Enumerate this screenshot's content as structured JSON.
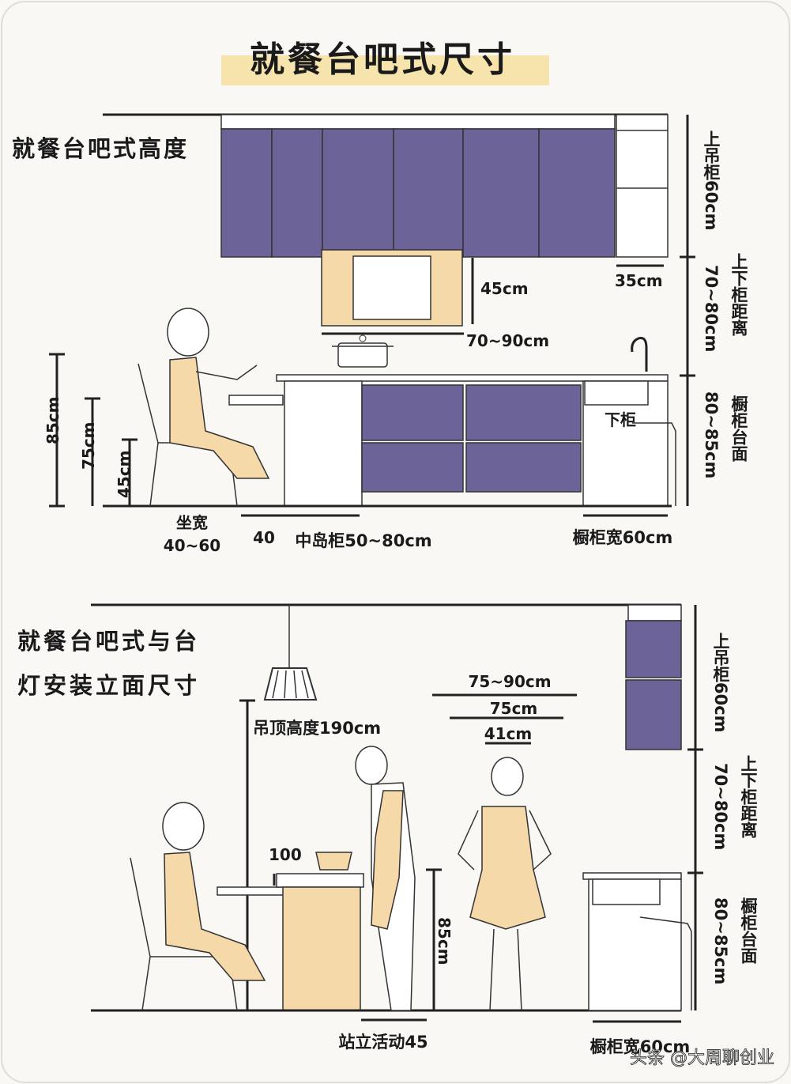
{
  "title": "就餐台吧式尺寸",
  "section1": {
    "heading": "就餐台吧式高度",
    "labels": {
      "upper_cabinet": "上吊柜60cm",
      "cabinet_gap_value": "70~80cm",
      "cabinet_gap_label": "上下柜距离",
      "counter_value": "80~85cm",
      "counter_label": "橱柜台面",
      "depth_35": "35cm",
      "hood_45": "45cm",
      "hood_width": "70~90cm",
      "lower_cabinet": "下柜",
      "h85": "85cm",
      "h75": "75cm",
      "h45": "45cm",
      "seat_width_label": "坐宽",
      "seat_width_value": "40~60",
      "gap_40": "40",
      "island": "中岛柜50~80cm",
      "cabinet_width": "橱柜宽60cm"
    }
  },
  "section2": {
    "heading_line1": "就餐台吧式与台",
    "heading_line2": "灯安装立面尺寸",
    "labels": {
      "ceiling_height": "吊顶高度190cm",
      "w75_90": "75~90cm",
      "w75": "75cm",
      "w41": "41cm",
      "overhang_100": "100",
      "h85": "85cm",
      "standing": "站立活动45",
      "upper_cabinet": "上吊柜60cm",
      "cabinet_gap_value": "70~80cm",
      "cabinet_gap_label": "上下柜距离",
      "counter_value": "80~85cm",
      "counter_label": "橱柜台面",
      "cabinet_width": "橱柜宽60cm"
    }
  },
  "watermark": "头条 @大周聊创业",
  "colors": {
    "purple": "#6c6499",
    "beige": "#f6d9a9",
    "highlight": "#f7e4ad",
    "background": "#faf8f5"
  }
}
